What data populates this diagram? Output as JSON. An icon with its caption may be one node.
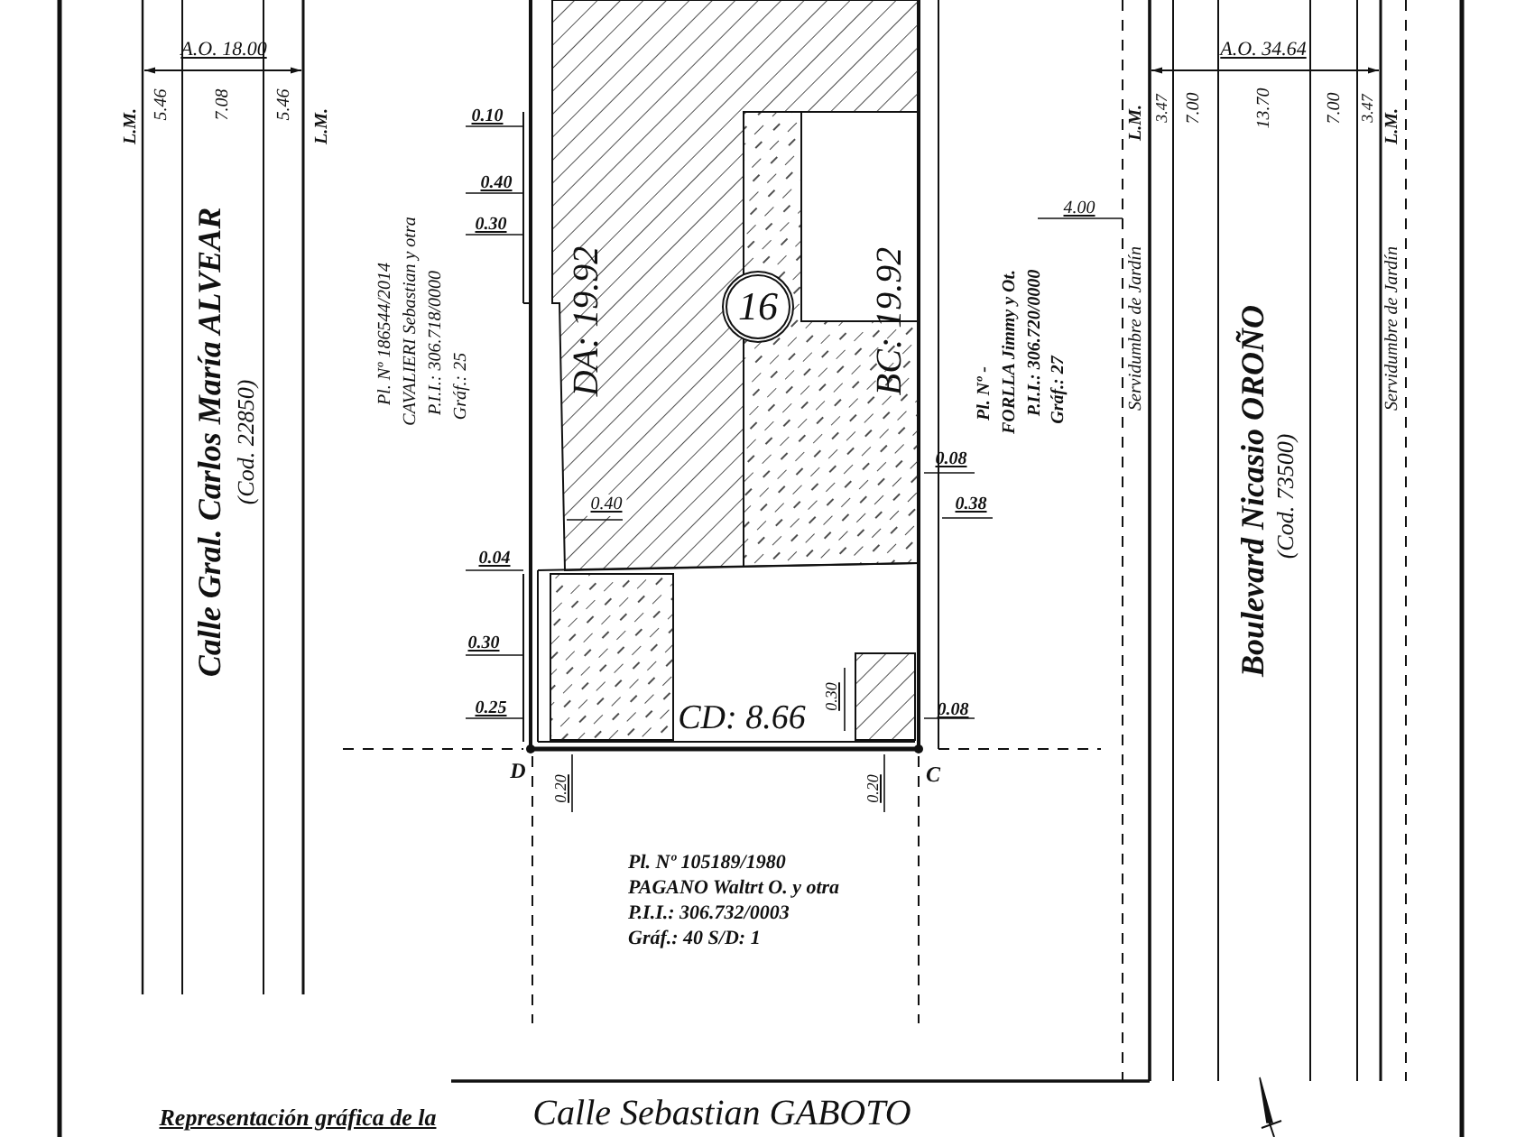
{
  "diagram": {
    "nodes": [
      {
        "text": [
          "16"
        ]
      }
    ],
    "labels": [
      "A.O. 18.00",
      "A.O. 34.64",
      "L.M.",
      "5.46",
      "7.08",
      "5.46",
      "L.M.",
      "0.10",
      "L.M.",
      "3.47",
      "7.00",
      "13.70",
      "7.00",
      "3.47",
      "L.M.",
      "0.40",
      "0.30",
      "4.00",
      "Calle Gral. Carlos María ALVEAR",
      "(Cod. 22850)",
      "Pl. Nº 186544/2014",
      "CAVALIERI Sebastian y otra",
      "P.I.I.: 306.718/0000",
      "Gráf.: 25",
      "DA: 19.92",
      "BC: 19.92",
      "Pl. Nº -",
      "FORLLA Jimmy y Ot.",
      "P.I.I.: 306.720/0000",
      "Gráf.: 27",
      "Servidumbre de Jardín",
      "Boulevard Nicasio OROÑO",
      "(Cod. 73500)",
      "Servidumbre de Jardín",
      "0.08",
      "0.40",
      "0.38",
      "0.04",
      "0.30",
      "0.25",
      "CD: 8.66",
      "0.30",
      "0.08",
      "D",
      "0.20",
      "0.20",
      "C",
      "Pl. Nº 105189/1980",
      "PAGANO Waltrt O. y otra",
      "P.I.I.: 306.732/0003",
      "Gráf.: 40  S/D: 1",
      "Representación gráfica de la",
      "Calle Sebastian GABOTO"
    ]
  }
}
